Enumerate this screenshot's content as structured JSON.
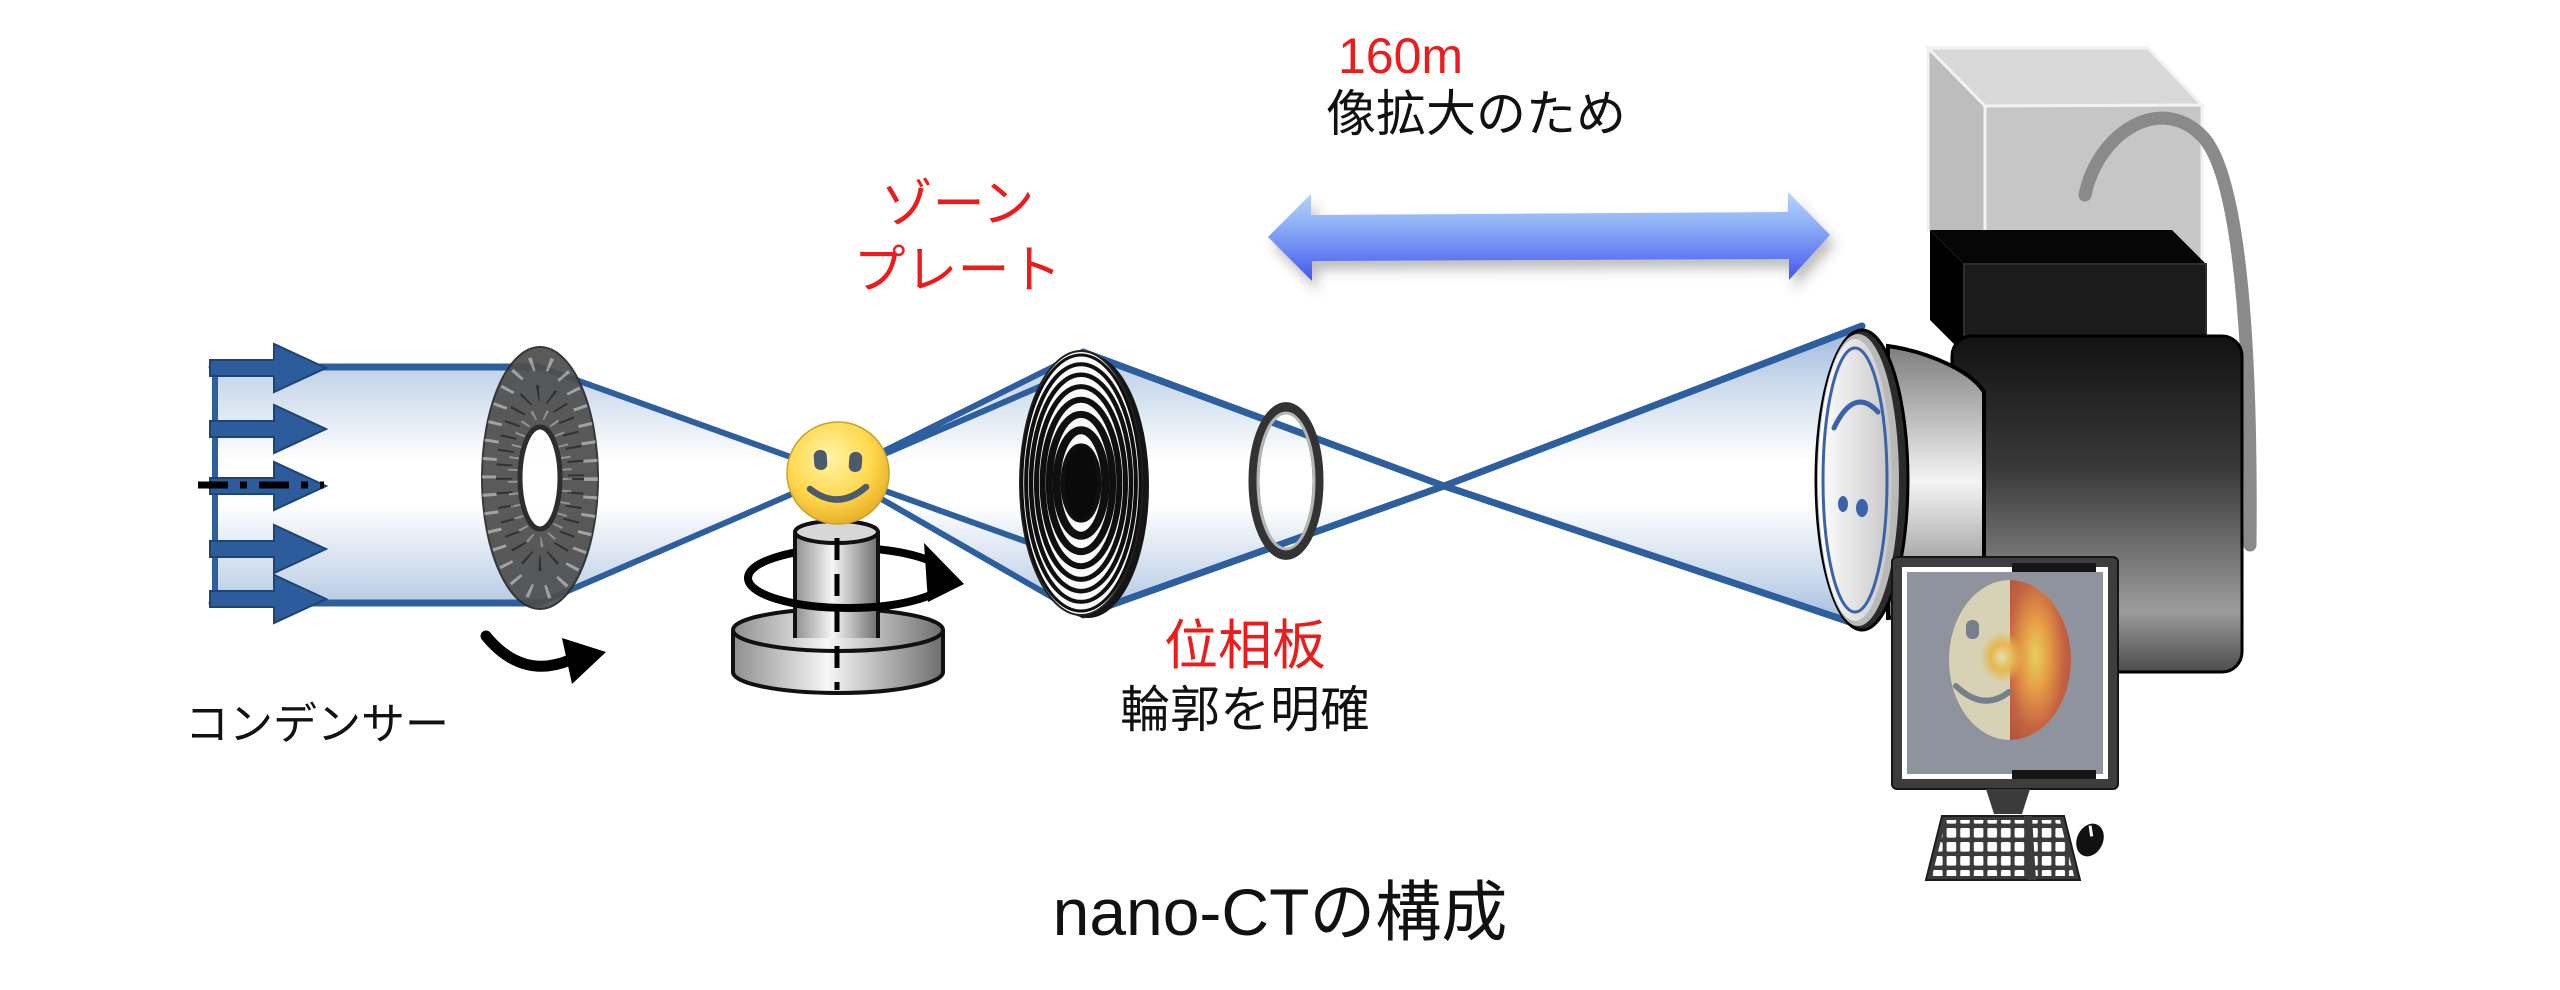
{
  "title": "nano-CTの構成",
  "annotations": {
    "magnification": {
      "distance": "160m",
      "purpose": "像拡大のため"
    },
    "zone_plate": {
      "line1": "ゾーン",
      "line2": "プレート"
    },
    "phase_plate": {
      "name": "位相板",
      "purpose": "輪郭を明確"
    },
    "condenser": {
      "name": "コンデンサー"
    }
  },
  "colors": {
    "highlight_red": "#ed1c1c",
    "text_black": "#111111",
    "beam_line_blue": "#2d5f9e",
    "beam_fill_blue": "#9db8da",
    "double_arrow_light": "#a9ccf8",
    "double_arrow_dark": "#3f51ee",
    "sample_yellow": "#ffd84d",
    "recon_orange": "#d4562a"
  }
}
